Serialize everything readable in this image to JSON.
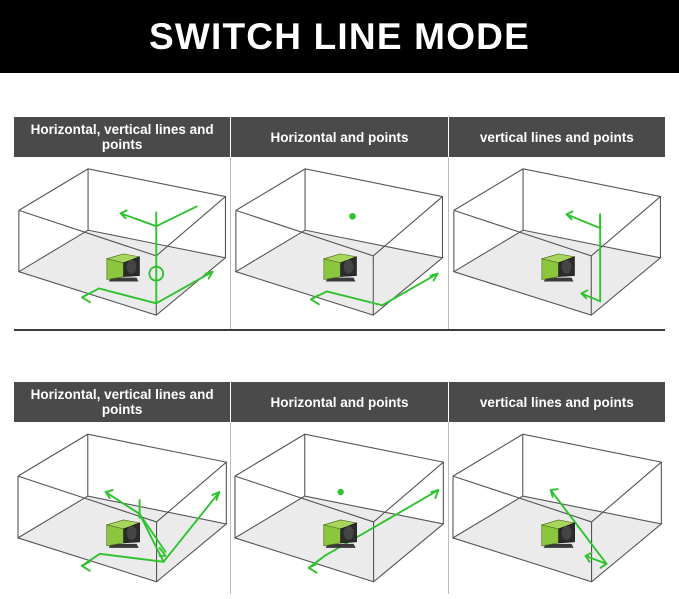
{
  "header": {
    "title": "SWITCH LINE MODE",
    "background_color": "#000000",
    "text_color": "#ffffff"
  },
  "colors": {
    "header_cell_bg": "#4a4a4a",
    "header_cell_text": "#ffffff",
    "laser_green": "#2fc22f",
    "room_outline": "#555555",
    "floor_fill": "#ebebeb",
    "cell_divider": "#bdbdbd",
    "row_divider": "#3b3b3b"
  },
  "tables": [
    {
      "id": "mode-table-row-1",
      "cells": [
        {
          "label": "Horizontal, vertical lines and points",
          "diagram": "room-horizontal-vertical-points",
          "has_horizontal_line": true,
          "has_vertical_line": true,
          "has_point": true
        },
        {
          "label": "Horizontal and points",
          "diagram": "room-horizontal-points",
          "has_horizontal_line": true,
          "has_vertical_line": false,
          "has_point": true
        },
        {
          "label": "vertical lines and points",
          "diagram": "room-vertical-points",
          "has_horizontal_line": false,
          "has_vertical_line": true,
          "has_point": true
        }
      ]
    },
    {
      "id": "mode-table-row-2",
      "cells": [
        {
          "label": "Horizontal, vertical lines and points",
          "diagram": "room-diagonal-horizontal-vertical-points",
          "has_horizontal_line": true,
          "has_vertical_line": true,
          "has_point": true
        },
        {
          "label": "Horizontal and points",
          "diagram": "room-diagonal-horizontal-points",
          "has_horizontal_line": true,
          "has_vertical_line": false,
          "has_point": true
        },
        {
          "label": "vertical lines and points",
          "diagram": "room-diagonal-vertical-points",
          "has_horizontal_line": false,
          "has_vertical_line": true,
          "has_point": false
        }
      ]
    }
  ]
}
